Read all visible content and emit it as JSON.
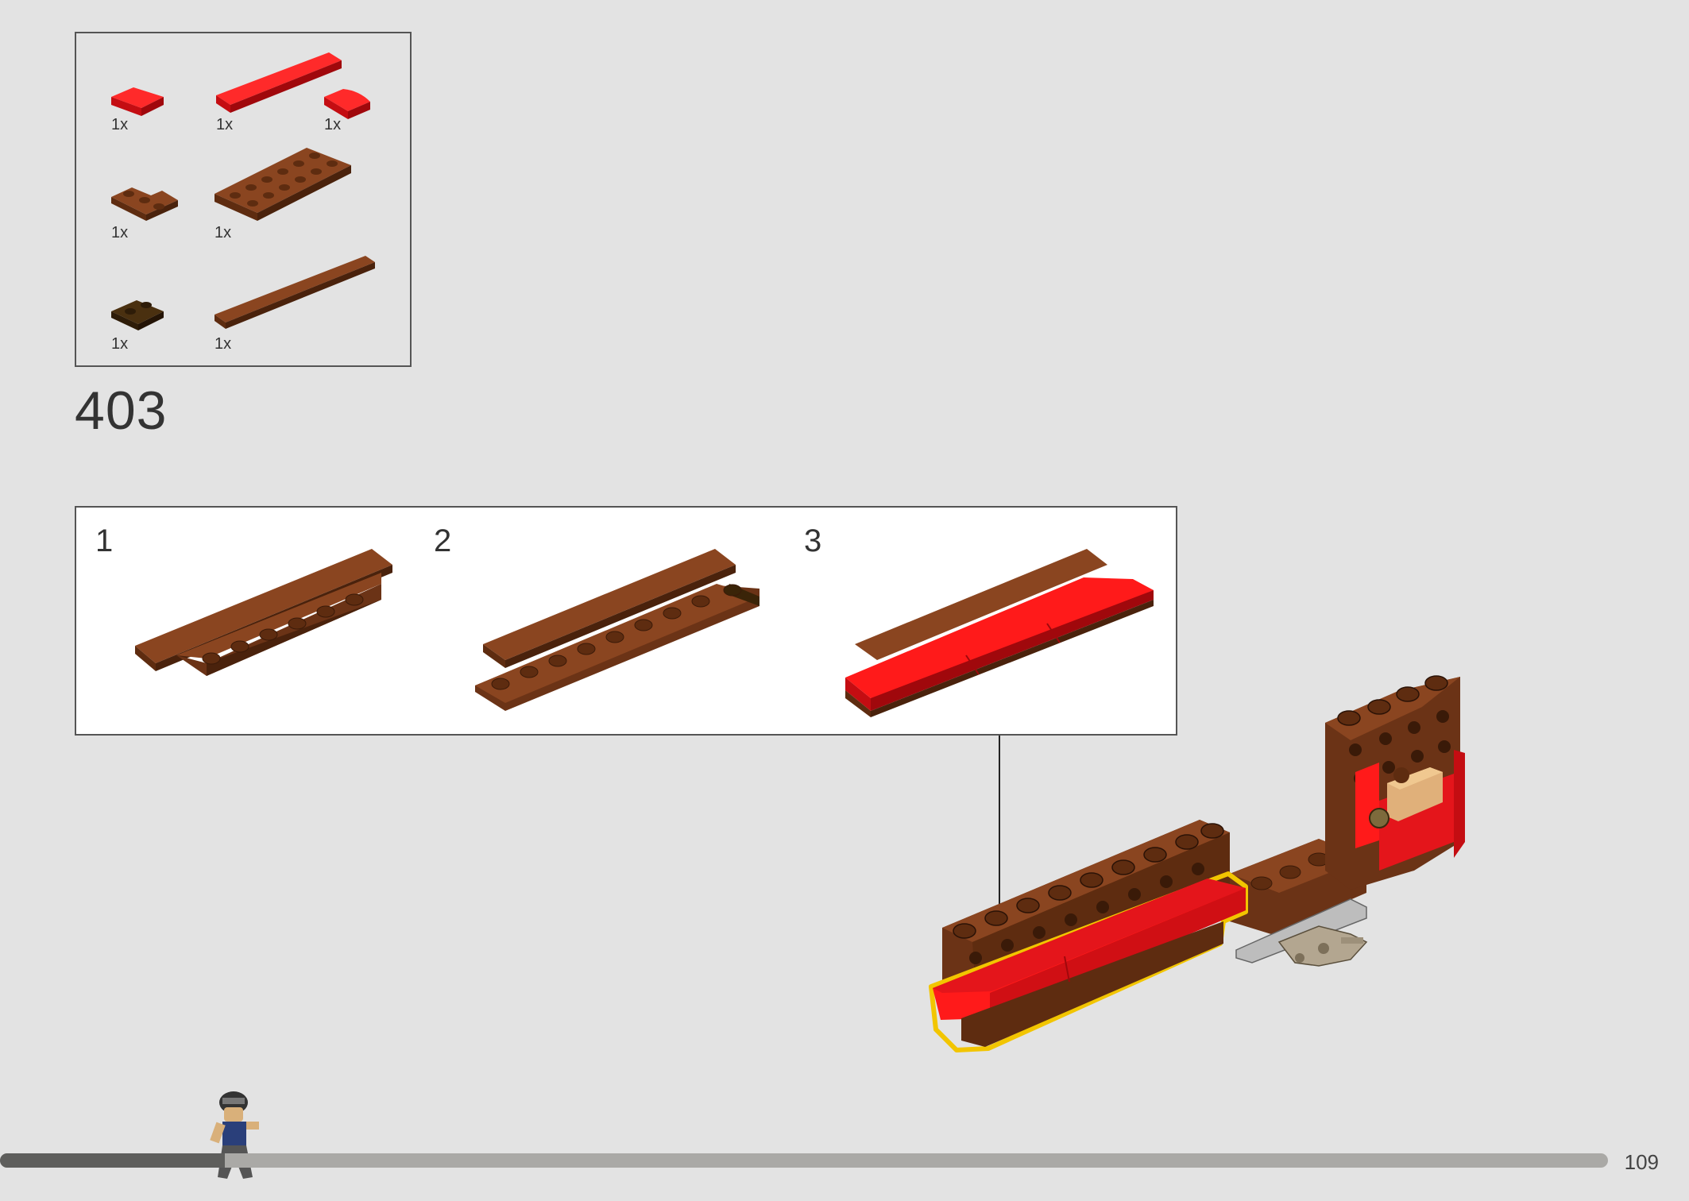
{
  "parts_list": {
    "items": [
      {
        "qty": "1x",
        "part": "red-plate-1x2-icon"
      },
      {
        "qty": "1x",
        "part": "red-plate-1x6-icon"
      },
      {
        "qty": "1x",
        "part": "red-curved-slope-icon"
      },
      {
        "qty": "1x",
        "part": "brown-corner-plate-icon"
      },
      {
        "qty": "1x",
        "part": "brown-plate-2x6-icon"
      },
      {
        "qty": "1x",
        "part": "dark-brown-plate-1x2-icon"
      },
      {
        "qty": "1x",
        "part": "brown-tile-1x8-icon"
      }
    ]
  },
  "step": {
    "number": "403"
  },
  "substeps": [
    {
      "label": "1"
    },
    {
      "label": "2"
    },
    {
      "label": "3"
    }
  ],
  "footer": {
    "page_number": "109",
    "progress_fraction": 0.14
  },
  "colors": {
    "background": "#e3e3e3",
    "red": "#e4151b",
    "brown": "#7a3b1a",
    "dark_brown": "#4a2a10",
    "highlight": "#f2c500",
    "tan": "#d9a865"
  }
}
